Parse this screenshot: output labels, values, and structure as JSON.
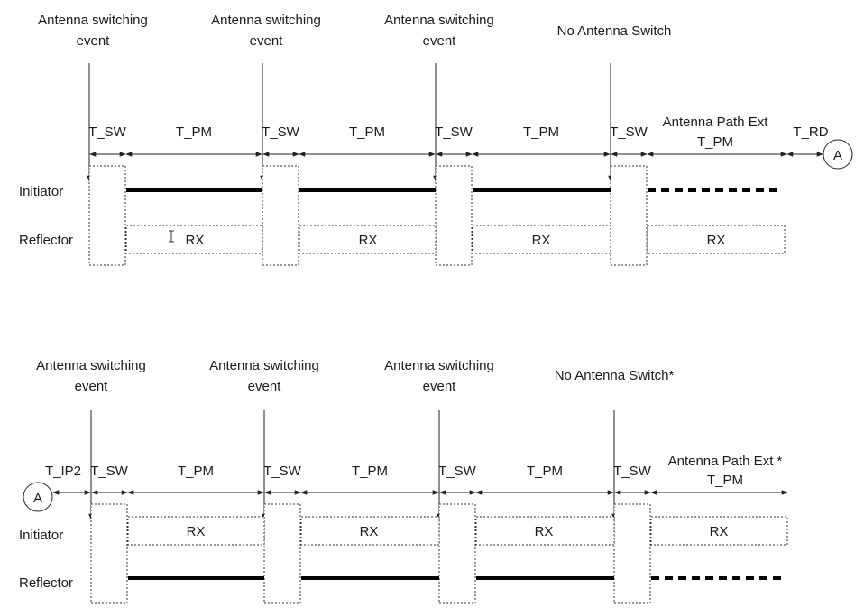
{
  "top": {
    "events": [
      "Antenna switching|event",
      "Antenna switching|event",
      "Antenna switching|event",
      "No Antenna Switch"
    ],
    "interval_labels": [
      "T_SW",
      "T_PM",
      "T_SW",
      "T_PM",
      "T_SW",
      "T_PM",
      "T_SW",
      "Antenna Path Ext|T_PM",
      "T_RD"
    ],
    "connector": "A",
    "rows": {
      "initiator": "Initiator",
      "reflector": "Reflector"
    },
    "rx_label": "RX"
  },
  "bottom": {
    "events": [
      "Antenna switching|event",
      "Antenna switching|event",
      "Antenna switching|event",
      "No Antenna Switch*"
    ],
    "interval_labels": [
      "T_IP2",
      "T_SW",
      "T_PM",
      "T_SW",
      "T_PM",
      "T_SW",
      "T_PM",
      "T_SW",
      "Antenna Path Ext *|T_PM"
    ],
    "connector": "A",
    "rows": {
      "initiator": "Initiator",
      "reflector": "Reflector"
    },
    "rx_label": "RX"
  }
}
